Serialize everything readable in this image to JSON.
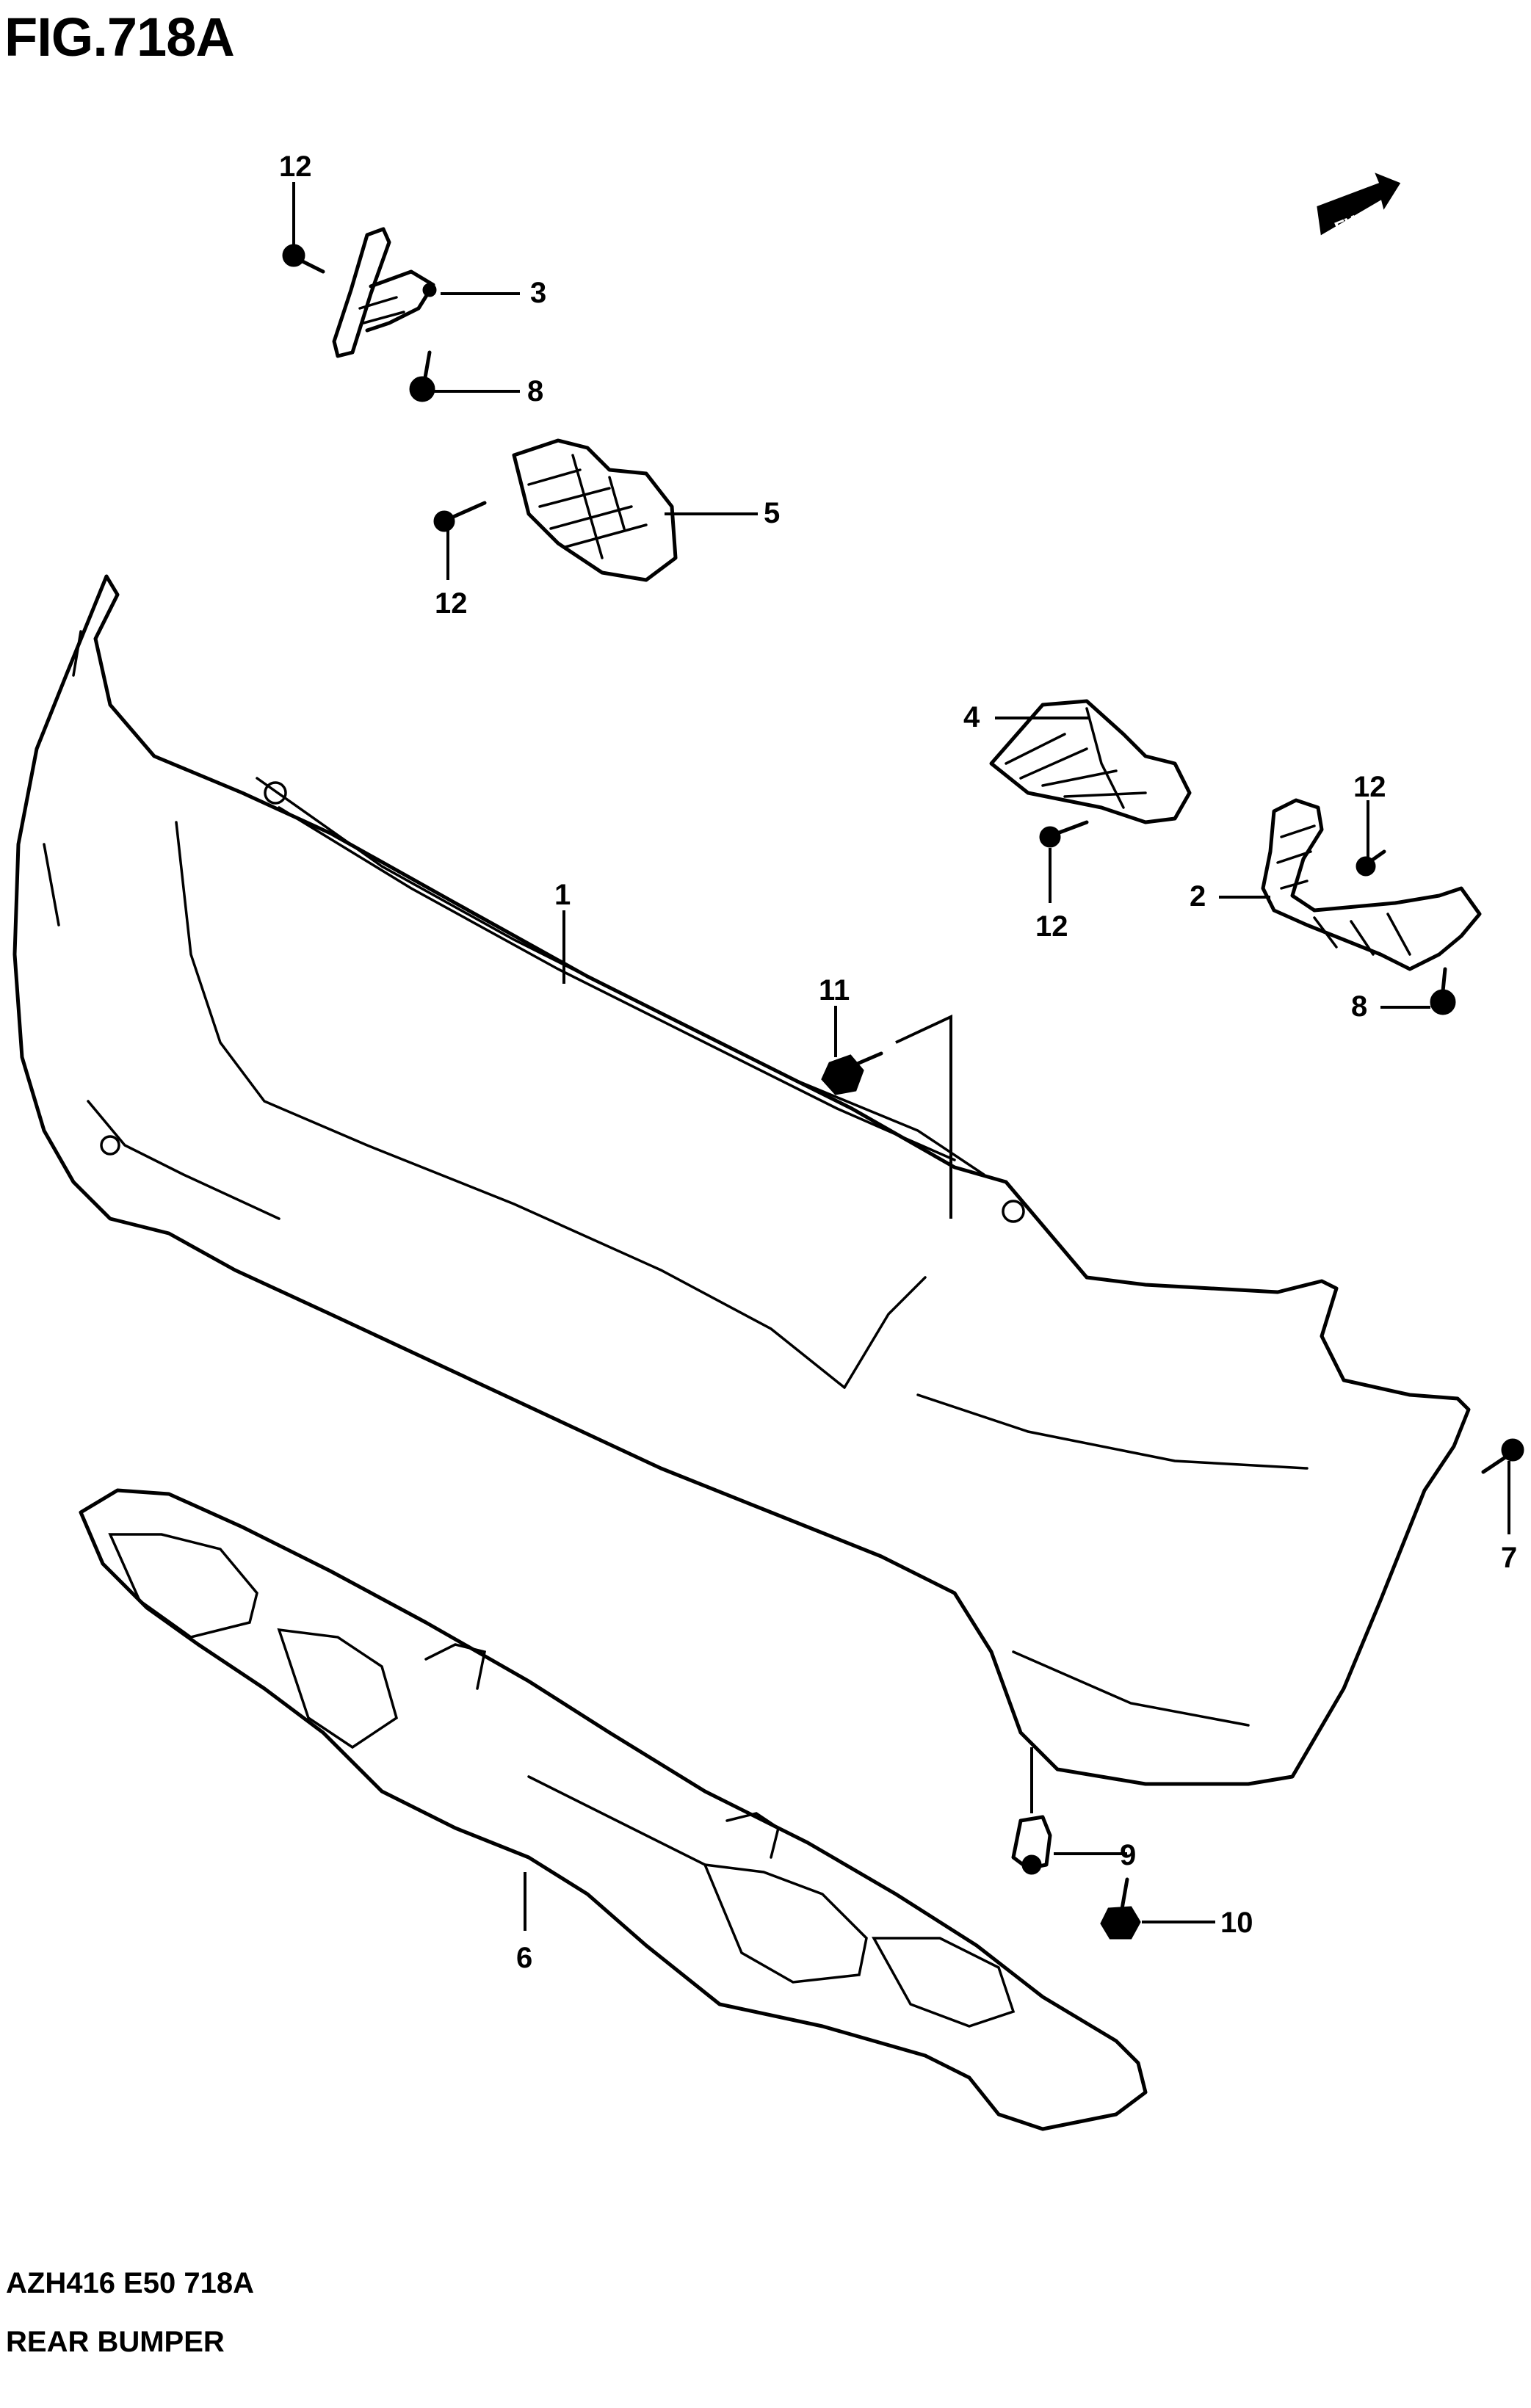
{
  "header": {
    "figure": "FIG.718A"
  },
  "footer": {
    "code": "AZH416 E50 718A",
    "title": "REAR BUMPER"
  },
  "direction_marker": {
    "label": "FWD"
  },
  "callouts": {
    "p1": "1",
    "p2": "2",
    "p3": "3",
    "p4": "4",
    "p5": "5",
    "p6": "6",
    "p7": "7",
    "p8a": "8",
    "p8b": "8",
    "p9": "9",
    "p10": "10",
    "p11": "11",
    "p12a": "12",
    "p12b": "12",
    "p12c": "12",
    "p12d": "12"
  }
}
